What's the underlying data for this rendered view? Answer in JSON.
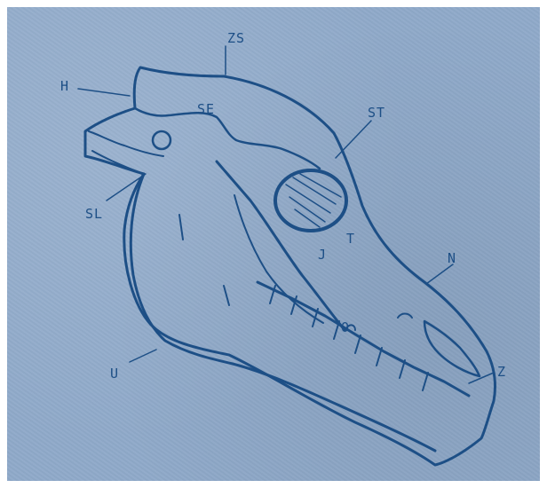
{
  "labels": {
    "zs": "ZS",
    "h": "H",
    "se": "SE",
    "st": "ST",
    "sl": "SL",
    "t": "T",
    "j": "J",
    "n": "N",
    "o": "O",
    "u": "U",
    "z": "Z"
  },
  "colors": {
    "ink": "#1d4f86",
    "paper": "#8fa9c9"
  }
}
